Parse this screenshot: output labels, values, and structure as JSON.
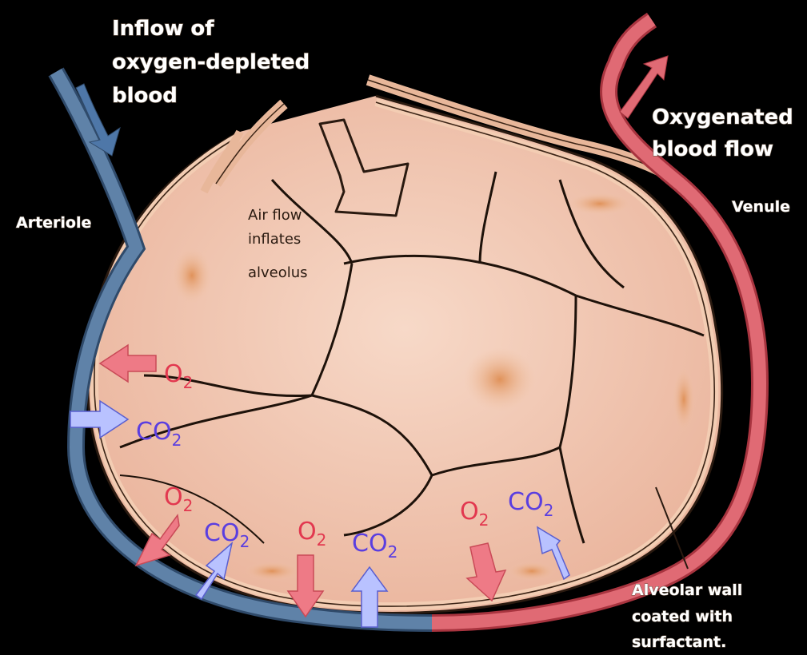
{
  "labels": {
    "inflow": [
      "Inflow of",
      "oxygen-depleted",
      "blood"
    ],
    "oxygenated": [
      "Oxygenated",
      "blood flow"
    ],
    "arteriole": "Arteriole",
    "venule": "Venule",
    "airflow": [
      "Air flow",
      "inflates",
      "alveolus"
    ],
    "alveolar_wall": [
      "Alveolar wall",
      "coated with",
      "surfactant."
    ]
  },
  "gases": {
    "o2": "O",
    "co2": "CO",
    "subscript": "2"
  },
  "colors": {
    "background": "#000000",
    "arteriole": "#5f82a8",
    "venule": "#d9505c",
    "tissue": "#f2c9b4",
    "wall": "#e8b79a",
    "o2_arrow": "#ee7a86",
    "co2_arrow": "#b9c2ff"
  }
}
